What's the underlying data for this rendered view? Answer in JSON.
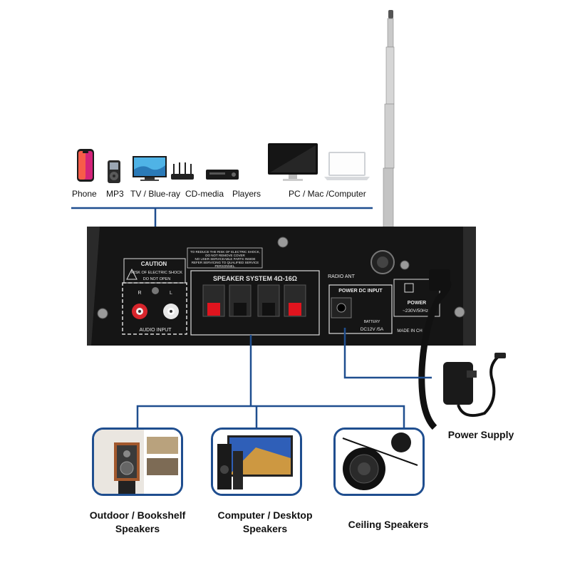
{
  "sources": [
    {
      "label": "Phone",
      "icon": "phone-icon"
    },
    {
      "label": "MP3",
      "icon": "mp3-player-icon"
    },
    {
      "label": "TV / Blue-ray",
      "icon": "tv-icon"
    },
    {
      "label": "CD-media",
      "icon": "router-icon"
    },
    {
      "label": "Players",
      "icon": "cd-player-icon"
    },
    {
      "label": "PC / Mac /Computer",
      "icon": "monitor-laptop-icon"
    }
  ],
  "panel": {
    "caution_title": "CAUTION",
    "caution_line1": "RISK OF ELECTRIC SHOCK",
    "caution_line2": "DO NOT OPEN",
    "warning_line1": "TO REDUCE THE RISK OF ELECTRIC SHOCK,",
    "warning_line2": "DO NOT REMOVE COVER",
    "warning_line3": "NO USER SERVICEABLE PARTS INSIDE",
    "warning_line4": "REFER SERVICING TO QUALIFIED SERVICE",
    "warning_line5": "PERSONNEL.",
    "speaker_system": "SPEAKER SYSTEM 4Ω-16Ω",
    "audio_input": "AUDIO INPUT",
    "radio_ant": "RADIO ANT",
    "power_dc_input": "POWER DC INPUT",
    "battery": "BATTERY",
    "dc_rating": "DC12V /5A",
    "power": "POWER",
    "ac_rating": "~230V/50Hz",
    "made_in": "MADE IN CH",
    "r_mark": "R",
    "l_mark": "L"
  },
  "outputs": {
    "power_supply": "Power Supply",
    "bookshelf_line1": "Outdoor / Bookshelf",
    "bookshelf_line2": "Speakers",
    "desktop_line1": "Computer / Desktop",
    "desktop_line2": "Speakers",
    "ceiling": "Ceiling Speakers"
  },
  "colors": {
    "line": "#1f4e8f",
    "panel": "#151515",
    "terminal_red": "#e0141e"
  }
}
